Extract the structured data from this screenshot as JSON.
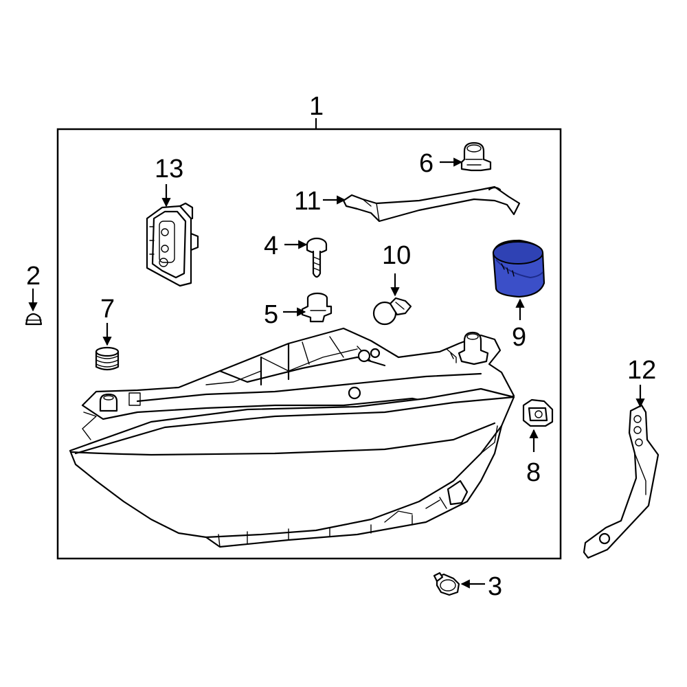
{
  "callouts": {
    "c1": "1",
    "c2": "2",
    "c3": "3",
    "c4": "4",
    "c5": "5",
    "c6": "6",
    "c7": "7",
    "c8": "8",
    "c9": "9",
    "c10": "10",
    "c11": "11",
    "c12": "12",
    "c13": "13"
  },
  "colors": {
    "highlight": "#3b4fc8",
    "highlight_dark": "#1c2a8a",
    "line": "#000000",
    "background": "#ffffff"
  }
}
